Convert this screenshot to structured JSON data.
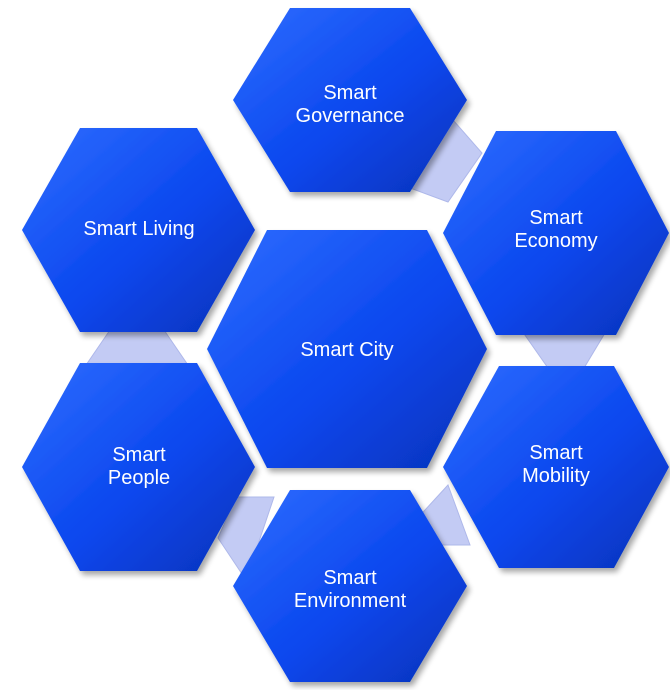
{
  "diagram": {
    "center": {
      "label": "Smart City"
    },
    "nodes": [
      {
        "id": "governance",
        "line1": "Smart",
        "line2": "Governance"
      },
      {
        "id": "economy",
        "line1": "Smart",
        "line2": "Economy"
      },
      {
        "id": "mobility",
        "line1": "Smart",
        "line2": "Mobility"
      },
      {
        "id": "environment",
        "line1": "Smart",
        "line2": "Environment"
      },
      {
        "id": "people",
        "line1": "Smart",
        "line2": "People"
      },
      {
        "id": "living",
        "line1": "Smart Living",
        "line2": ""
      }
    ],
    "colors": {
      "hex_light": "#2f6dff",
      "hex_mid": "#0a47ee",
      "hex_dark": "#0532b8",
      "connector": "#c3cbf4",
      "connector_edge": "#aeb8ea",
      "text": "#ffffff"
    }
  }
}
